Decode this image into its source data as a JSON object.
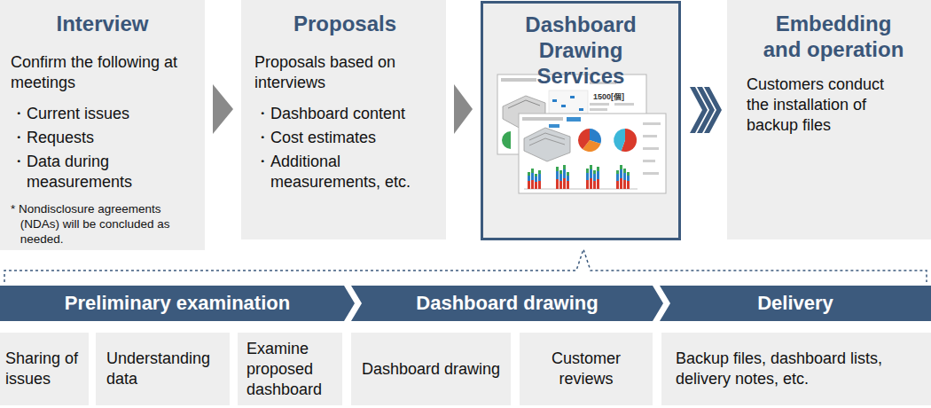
{
  "diagram": {
    "nodes": [
      {
        "text": [
          "Interview",
          "Confirm the following at meetings",
          "・Current issues",
          "・Requests",
          "・Data during measurements",
          "* Nondisclosure agreements (NDAs) will be concluded as needed."
        ]
      },
      {
        "text": [
          "Proposals",
          "Proposals based on interviews",
          "・Dashboard content",
          "・Cost estimates",
          "・Additional measurements, etc."
        ]
      },
      {
        "text": [
          "Dashboard Drawing Services"
        ]
      },
      {
        "text": [
          "Embedding and operation",
          "Customers conduct the installation of backup files"
        ]
      },
      {
        "text": [
          "Preliminary examination"
        ]
      },
      {
        "text": [
          "Dashboard drawing"
        ]
      },
      {
        "text": [
          "Delivery"
        ]
      },
      {
        "text": [
          "Sharing of issues"
        ]
      },
      {
        "text": [
          "Understanding data"
        ]
      },
      {
        "text": [
          "Examine proposed dashboard"
        ]
      },
      {
        "text": [
          "Dashboard drawing"
        ]
      },
      {
        "text": [
          "Customer reviews"
        ]
      },
      {
        "text": [
          "Backup files, dashboard lists, delivery notes, etc."
        ]
      }
    ],
    "edges": [
      {
        "from": 0,
        "to": 1,
        "arrow": "to"
      },
      {
        "from": 1,
        "to": 2,
        "arrow": "to"
      },
      {
        "from": 2,
        "to": 3,
        "arrow": "to"
      }
    ],
    "labels": [
      "1500[個]"
    ]
  }
}
